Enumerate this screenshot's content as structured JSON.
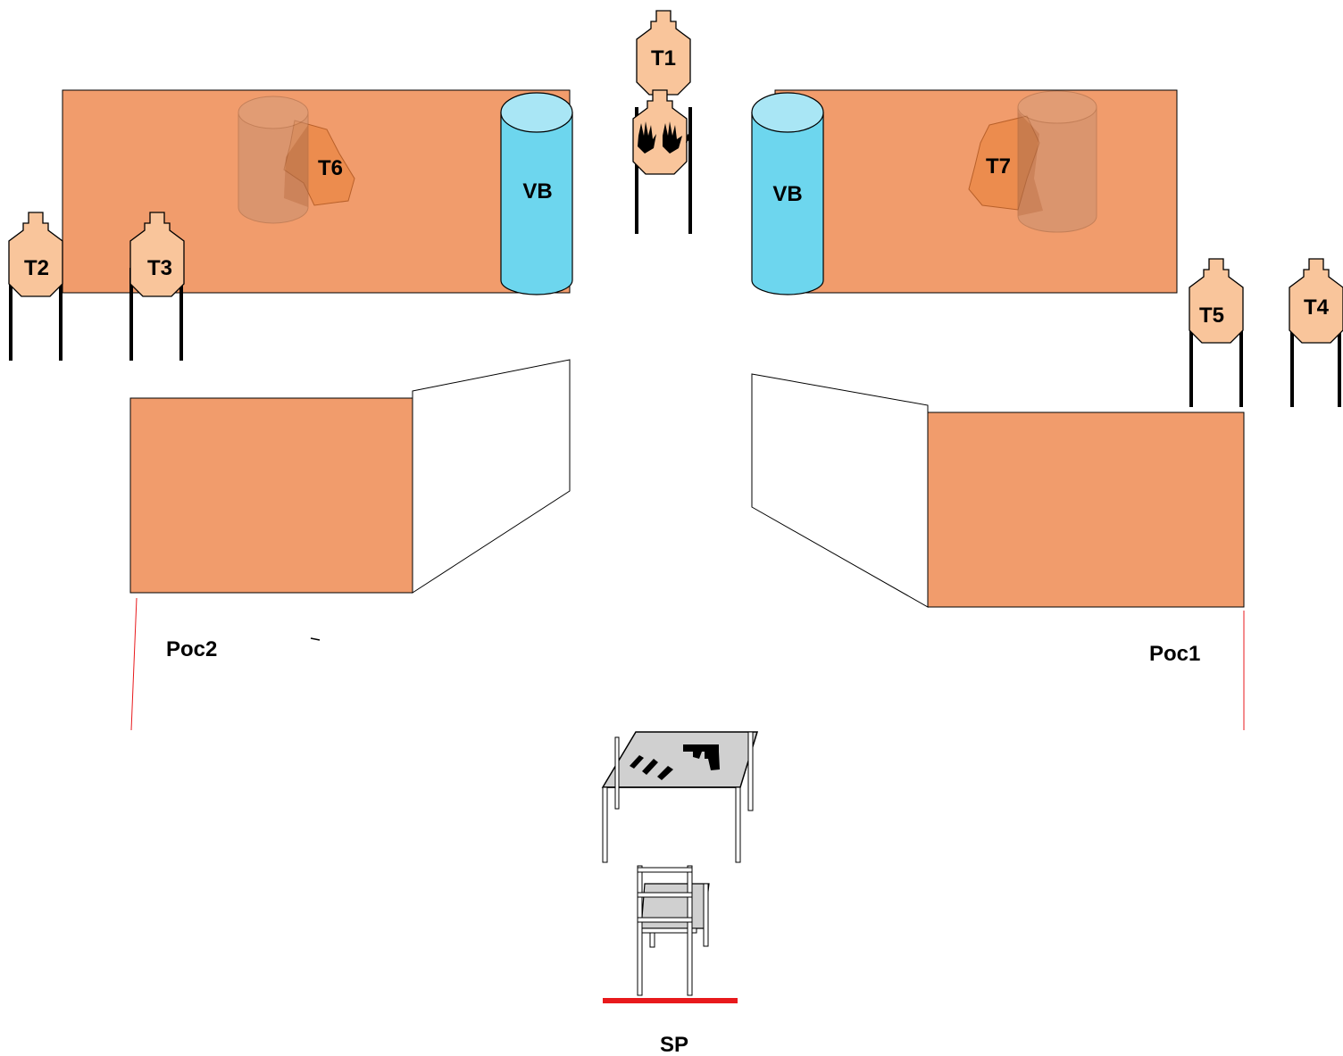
{
  "colors": {
    "wall": "#f19c6c",
    "target": "#f9c59b",
    "target_dark": "#ec8c4e",
    "barrel": "#6dd6ee",
    "barrel_top": "#a9e6f5",
    "table": "#d0d0d0",
    "start_line": "#e8191c"
  },
  "targets": {
    "t1": "T1",
    "t2": "T2",
    "t3": "T3",
    "t4": "T4",
    "t5": "T5",
    "t6": "T6",
    "t7": "T7"
  },
  "barrels": {
    "left": "VB",
    "right": "VB"
  },
  "positions": {
    "poc1": "Poc1",
    "poc2": "Poc2"
  },
  "start": {
    "label": "SP"
  },
  "icons": {
    "no_shoot": "hands-icon",
    "pistol": "pistol-icon",
    "magazines": "magazines-icon",
    "table": "table-icon",
    "chair": "chair-icon"
  }
}
